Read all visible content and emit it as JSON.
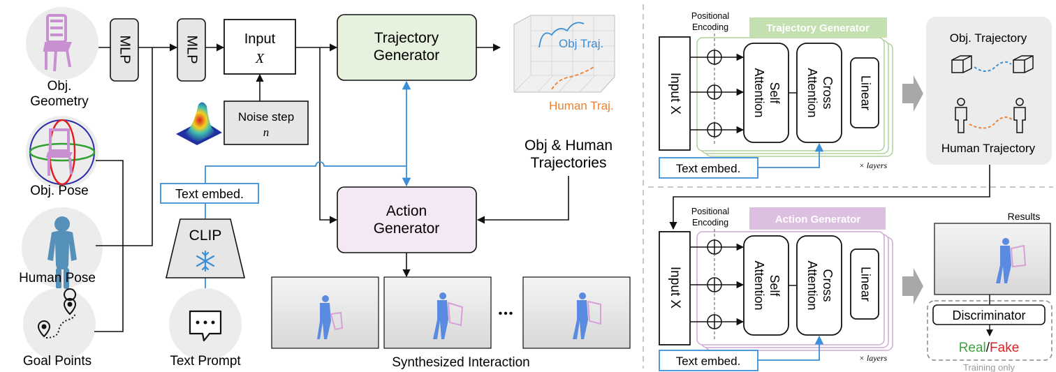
{
  "left": {
    "inputs": {
      "obj_geometry": "Obj.\nGeometry",
      "obj_pose": "Obj. Pose",
      "human_pose": "Human Pose",
      "goal_points": "Goal Points",
      "text_prompt": "Text Prompt"
    },
    "mlp1": "MLP",
    "mlp2": "MLP",
    "input_box": {
      "label": "Input",
      "var": "X"
    },
    "noise_step": {
      "label": "Noise step",
      "var": "n"
    },
    "trajectory_generator": "Trajectory\nGenerator",
    "action_generator": "Action\nGenerator",
    "text_embed": "Text embed.",
    "clip": "CLIP",
    "obj_traj": "Obj Traj.",
    "human_traj": "Human Traj.",
    "obj_human_trajectories": "Obj & Human\nTrajectories",
    "synthesized_interaction": "Synthesized Interaction",
    "ellipsis": "•••"
  },
  "right": {
    "top": {
      "positional_encoding": "Positional\nEncoding",
      "generator_title": "Trajectory Generator",
      "input": "Input X",
      "self_attention": "Self\nAttention",
      "cross_attention": "Cross\nAttention",
      "linear": "Linear",
      "text_embed": "Text embed.",
      "layers": "× layers"
    },
    "bottom": {
      "positional_encoding": "Positional\nEncoding",
      "generator_title": "Action Generator",
      "input": "Input X",
      "self_attention": "Self\nAttention",
      "cross_attention": "Cross\nAttention",
      "linear": "Linear",
      "text_embed": "Text embed.",
      "layers": "× layers"
    },
    "traj_panel": {
      "obj": "Obj. Trajectory",
      "human": "Human Trajectory"
    },
    "results": "Results",
    "discriminator": "Discriminator",
    "real": "Real",
    "slash": "/",
    "fake": "Fake",
    "training_only": "Training only"
  },
  "colors": {
    "traj_green": "#e6f2de",
    "traj_green_stroke": "#aed09a",
    "action_purple": "#f3e8f4",
    "action_purple_stroke": "#cfa9d4",
    "blue_line": "#3a8fd6",
    "orange": "#f08030",
    "real_green": "#3ea53a",
    "fake_red": "#e02020",
    "mlp_gray": "#e6e6e6"
  }
}
